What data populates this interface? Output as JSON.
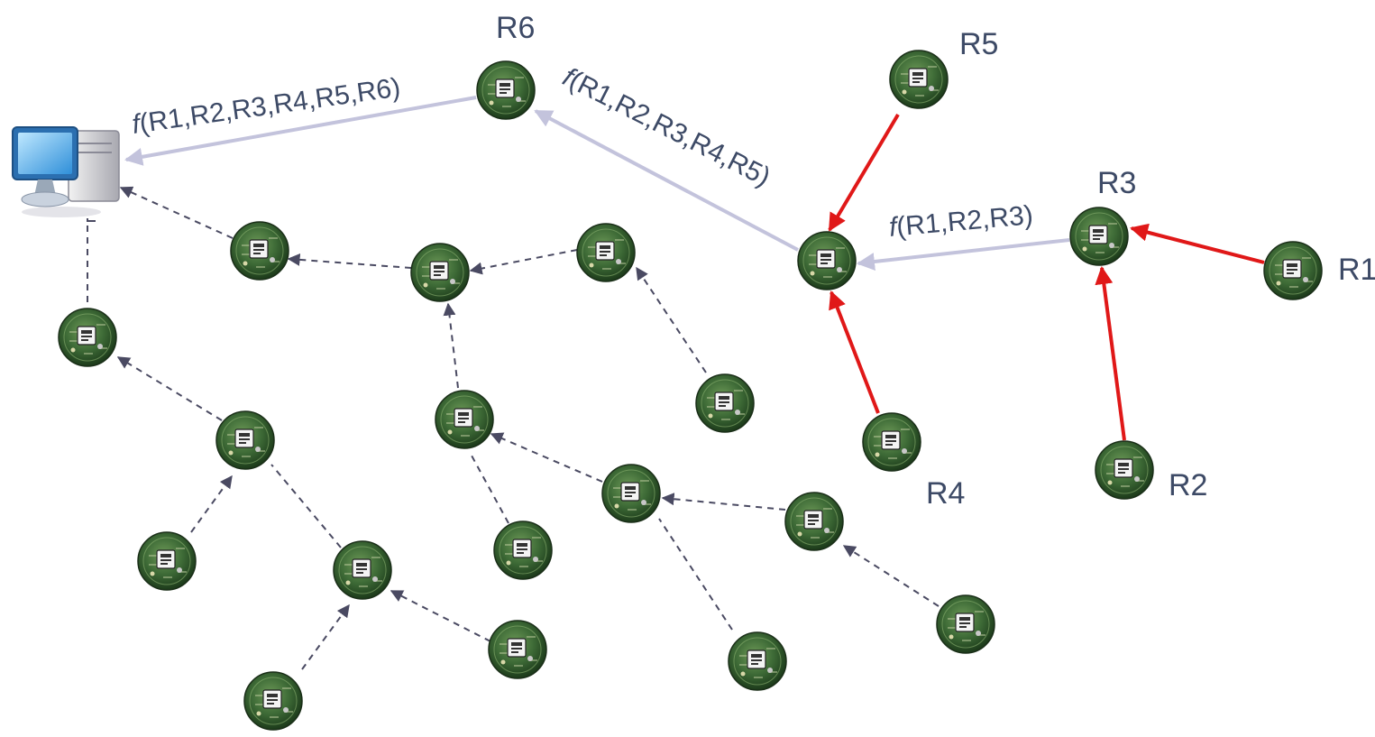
{
  "nodes": {
    "r1": {
      "label": "R1"
    },
    "r2": {
      "label": "R2"
    },
    "r3": {
      "label": "R3"
    },
    "r4": {
      "label": "R4"
    },
    "r5": {
      "label": "R5"
    },
    "r6": {
      "label": "R6"
    }
  },
  "functions": {
    "sink_label": {
      "prefix": "f",
      "args": "(R1,R2,R3,R4,R5,R6)"
    },
    "r6_label": {
      "prefix": "f",
      "args": "(R1,R2,R3,R4,R5)"
    },
    "r3_label": {
      "prefix": "f",
      "args": "(R1,R2,R3)"
    }
  },
  "icons": {
    "sink": "computer-icon",
    "sensor": "sensor-mote-icon"
  },
  "colors": {
    "aggregate_arrow": "#c3c3dc",
    "raw_arrow": "#e01818",
    "tree_arrow": "#4a4a62",
    "label_text": "#3d4a66",
    "mote_board": "#2f5a2c"
  }
}
